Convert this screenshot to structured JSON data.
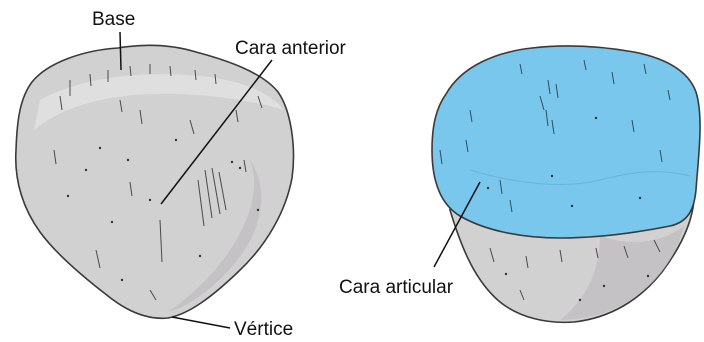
{
  "labels": {
    "base": "Base",
    "cara_anterior": "Cara anterior",
    "vertice": "Vértice",
    "cara_articular": "Cara articular"
  },
  "colors": {
    "bone_fill": "#d2d1d2",
    "bone_shadow": "#b9b8ba",
    "articular_fill": "#79c7ec",
    "outline": "#3a3a3a",
    "leader_line": "#111111",
    "text": "#111111"
  }
}
